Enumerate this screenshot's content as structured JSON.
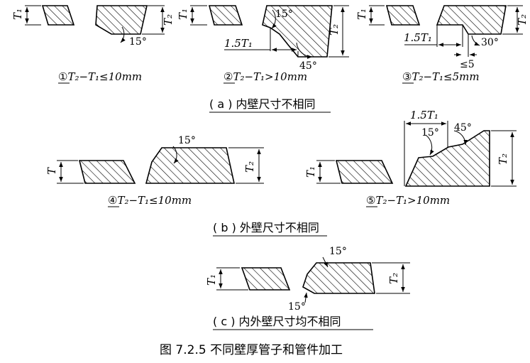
{
  "colors": {
    "ink": "#000000",
    "background": "#ffffff"
  },
  "figure": {
    "caption": "图 7.2.5  不同壁厚管子和管件加工"
  },
  "groups": {
    "a": {
      "title": "( a ) 内壁尺寸不相同"
    },
    "b": {
      "title": "( b ) 外壁尺寸不相同"
    },
    "c": {
      "title": "( c ) 内外壁尺寸均不相同"
    }
  },
  "cases": {
    "c1": {
      "number": "①",
      "condition": "T₂−T₁≤10mm"
    },
    "c2": {
      "number": "②",
      "condition": "T₂−T₁>10mm"
    },
    "c3": {
      "number": "③",
      "condition": "T₂−T₁≤5mm"
    },
    "c4": {
      "number": "④",
      "condition": "T₂−T₁≤10mm"
    },
    "c5": {
      "number": "⑤",
      "condition": "T₂−T₁>10mm"
    }
  },
  "labels": {
    "t1": "T₁",
    "t2": "T₂",
    "t": "T",
    "deg15": "15°",
    "deg30": "30°",
    "deg45": "45°",
    "len15t1": "1.5T₁",
    "le5": "≤5"
  }
}
